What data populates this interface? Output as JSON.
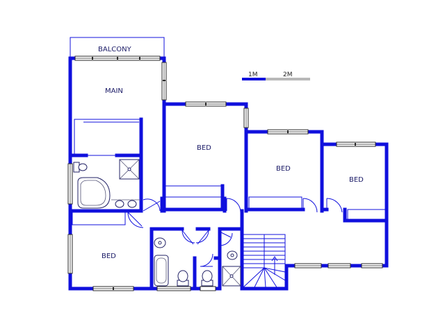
{
  "floor_plan": {
    "rooms": [
      {
        "id": "balcony",
        "label": "BALCONY"
      },
      {
        "id": "main",
        "label": "MAIN"
      },
      {
        "id": "bed-1",
        "label": "BED"
      },
      {
        "id": "bed-2",
        "label": "BED"
      },
      {
        "id": "bed-3",
        "label": "BED"
      },
      {
        "id": "bed-4",
        "label": "BED"
      }
    ],
    "scale_bar": {
      "label_1": "1M",
      "label_2": "2M",
      "color_primary": "#1010dd",
      "color_secondary": "#b8b8b8"
    },
    "colors": {
      "wall": "#1010dd",
      "background": "#ffffff"
    }
  }
}
